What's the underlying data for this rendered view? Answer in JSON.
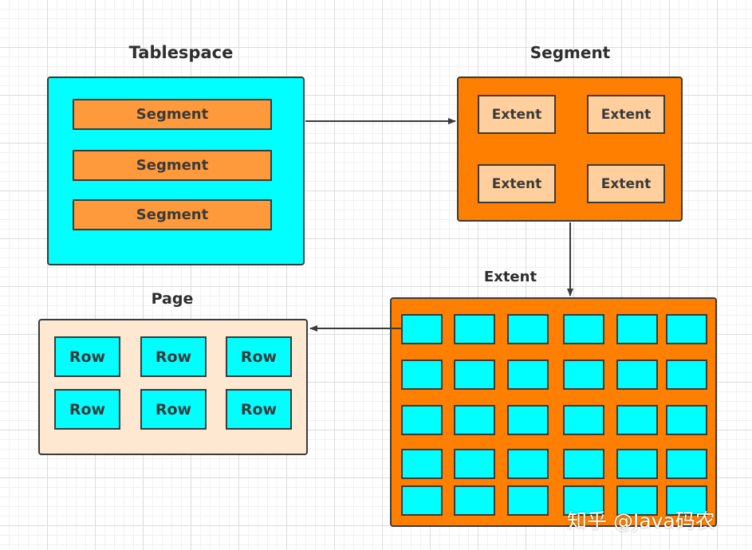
{
  "titles": {
    "tablespace": "Tablespace",
    "segment": "Segment",
    "extent": "Extent",
    "page": "Page"
  },
  "tablespace": {
    "segments": [
      "Segment",
      "Segment",
      "Segment"
    ]
  },
  "segment": {
    "extents": [
      "Extent",
      "Extent",
      "Extent",
      "Extent"
    ]
  },
  "extent": {
    "page_grid": {
      "rows": 5,
      "columns": 6
    }
  },
  "page": {
    "rows": [
      "Row",
      "Row",
      "Row",
      "Row",
      "Row",
      "Row"
    ]
  },
  "watermark": "知乎 @Java码农",
  "colors": {
    "tablespace_fill": "#00ffff",
    "segment_fill": "#ff8000",
    "segment_bar_fill": "#ff9a3c",
    "extent_cell_fill": "#ffcf9e",
    "extent_fill": "#ff8000",
    "page_fill": "#00ffff",
    "page_box_fill": "#ffe8d2",
    "row_fill": "#00ffff",
    "border": "#3a3a3a"
  }
}
